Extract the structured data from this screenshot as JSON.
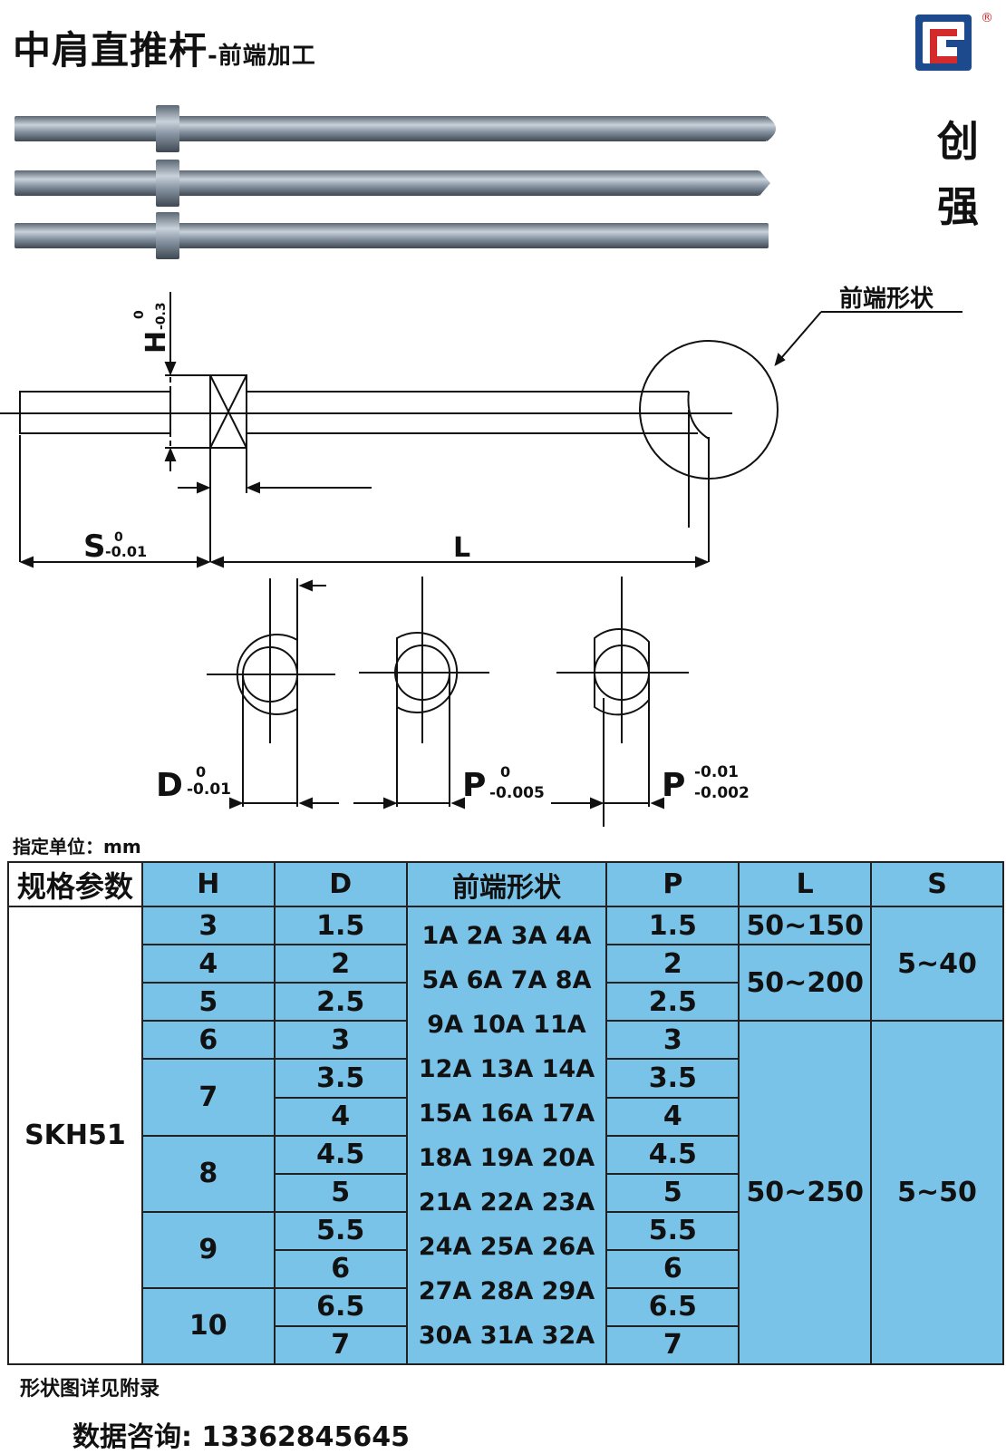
{
  "header": {
    "title": "中肩直推杆",
    "subtitle": "-前端加工",
    "brand_line1": "创",
    "brand_line2": "强",
    "logo_mark": "®",
    "logo_icon": "cq-logo-icon"
  },
  "drawing": {
    "callout": "前端形状",
    "h_label": "H",
    "h_tol_upper": "0",
    "h_tol_lower": "-0.3",
    "s_label": "S",
    "s_tol_upper": "0",
    "s_tol_lower": "-0.01",
    "l_label": "L",
    "d_label": "D",
    "d_tol_upper": "0",
    "d_tol_lower": "-0.01",
    "p1_label": "P",
    "p1_tol_upper": "0",
    "p1_tol_lower": "-0.005",
    "p2_label": "P",
    "p2_tol_upper": "-0.01",
    "p2_tol_lower": "-0.002"
  },
  "unit_label": "指定单位：mm",
  "table": {
    "headers": [
      "规格参数",
      "H",
      "D",
      "前端形状",
      "P",
      "L",
      "S"
    ],
    "material": "SKH51",
    "rows": [
      {
        "H": "3",
        "D": "1.5",
        "P": "1.5"
      },
      {
        "H": "4",
        "D": "2",
        "P": "2"
      },
      {
        "H": "5",
        "D": "2.5",
        "P": "2.5"
      },
      {
        "H": "6",
        "D": "3",
        "P": "3"
      },
      {
        "H": "7",
        "D": "3.5",
        "P": "3.5"
      },
      {
        "H": "",
        "D": "4",
        "P": "4"
      },
      {
        "H": "8",
        "D": "4.5",
        "P": "4.5"
      },
      {
        "H": "",
        "D": "5",
        "P": "5"
      },
      {
        "H": "9",
        "D": "5.5",
        "P": "5.5"
      },
      {
        "H": "",
        "D": "6",
        "P": "6"
      },
      {
        "H": "10",
        "D": "6.5",
        "P": "6.5"
      },
      {
        "H": "",
        "D": "7",
        "P": "7"
      }
    ],
    "shapes": [
      "1A 2A 3A 4A",
      "5A 6A 7A 8A",
      "9A 10A 11A",
      "12A 13A 14A",
      "15A 16A 17A",
      "18A 19A 20A",
      "21A 22A 23A",
      "24A 25A 26A",
      "27A 28A 29A",
      "30A 31A 32A"
    ],
    "L": [
      "50~150",
      "50~200",
      "50~250"
    ],
    "S": [
      "5~40",
      "5~50"
    ]
  },
  "footer": {
    "note": "形状图详见附录",
    "contact": "数据咨询: 13362845645"
  },
  "colors": {
    "table_fill": "#79c3e9",
    "logo_red": "#d32b2b",
    "logo_blue": "#1c4a8c",
    "rod_steel": "#8a97a5"
  }
}
